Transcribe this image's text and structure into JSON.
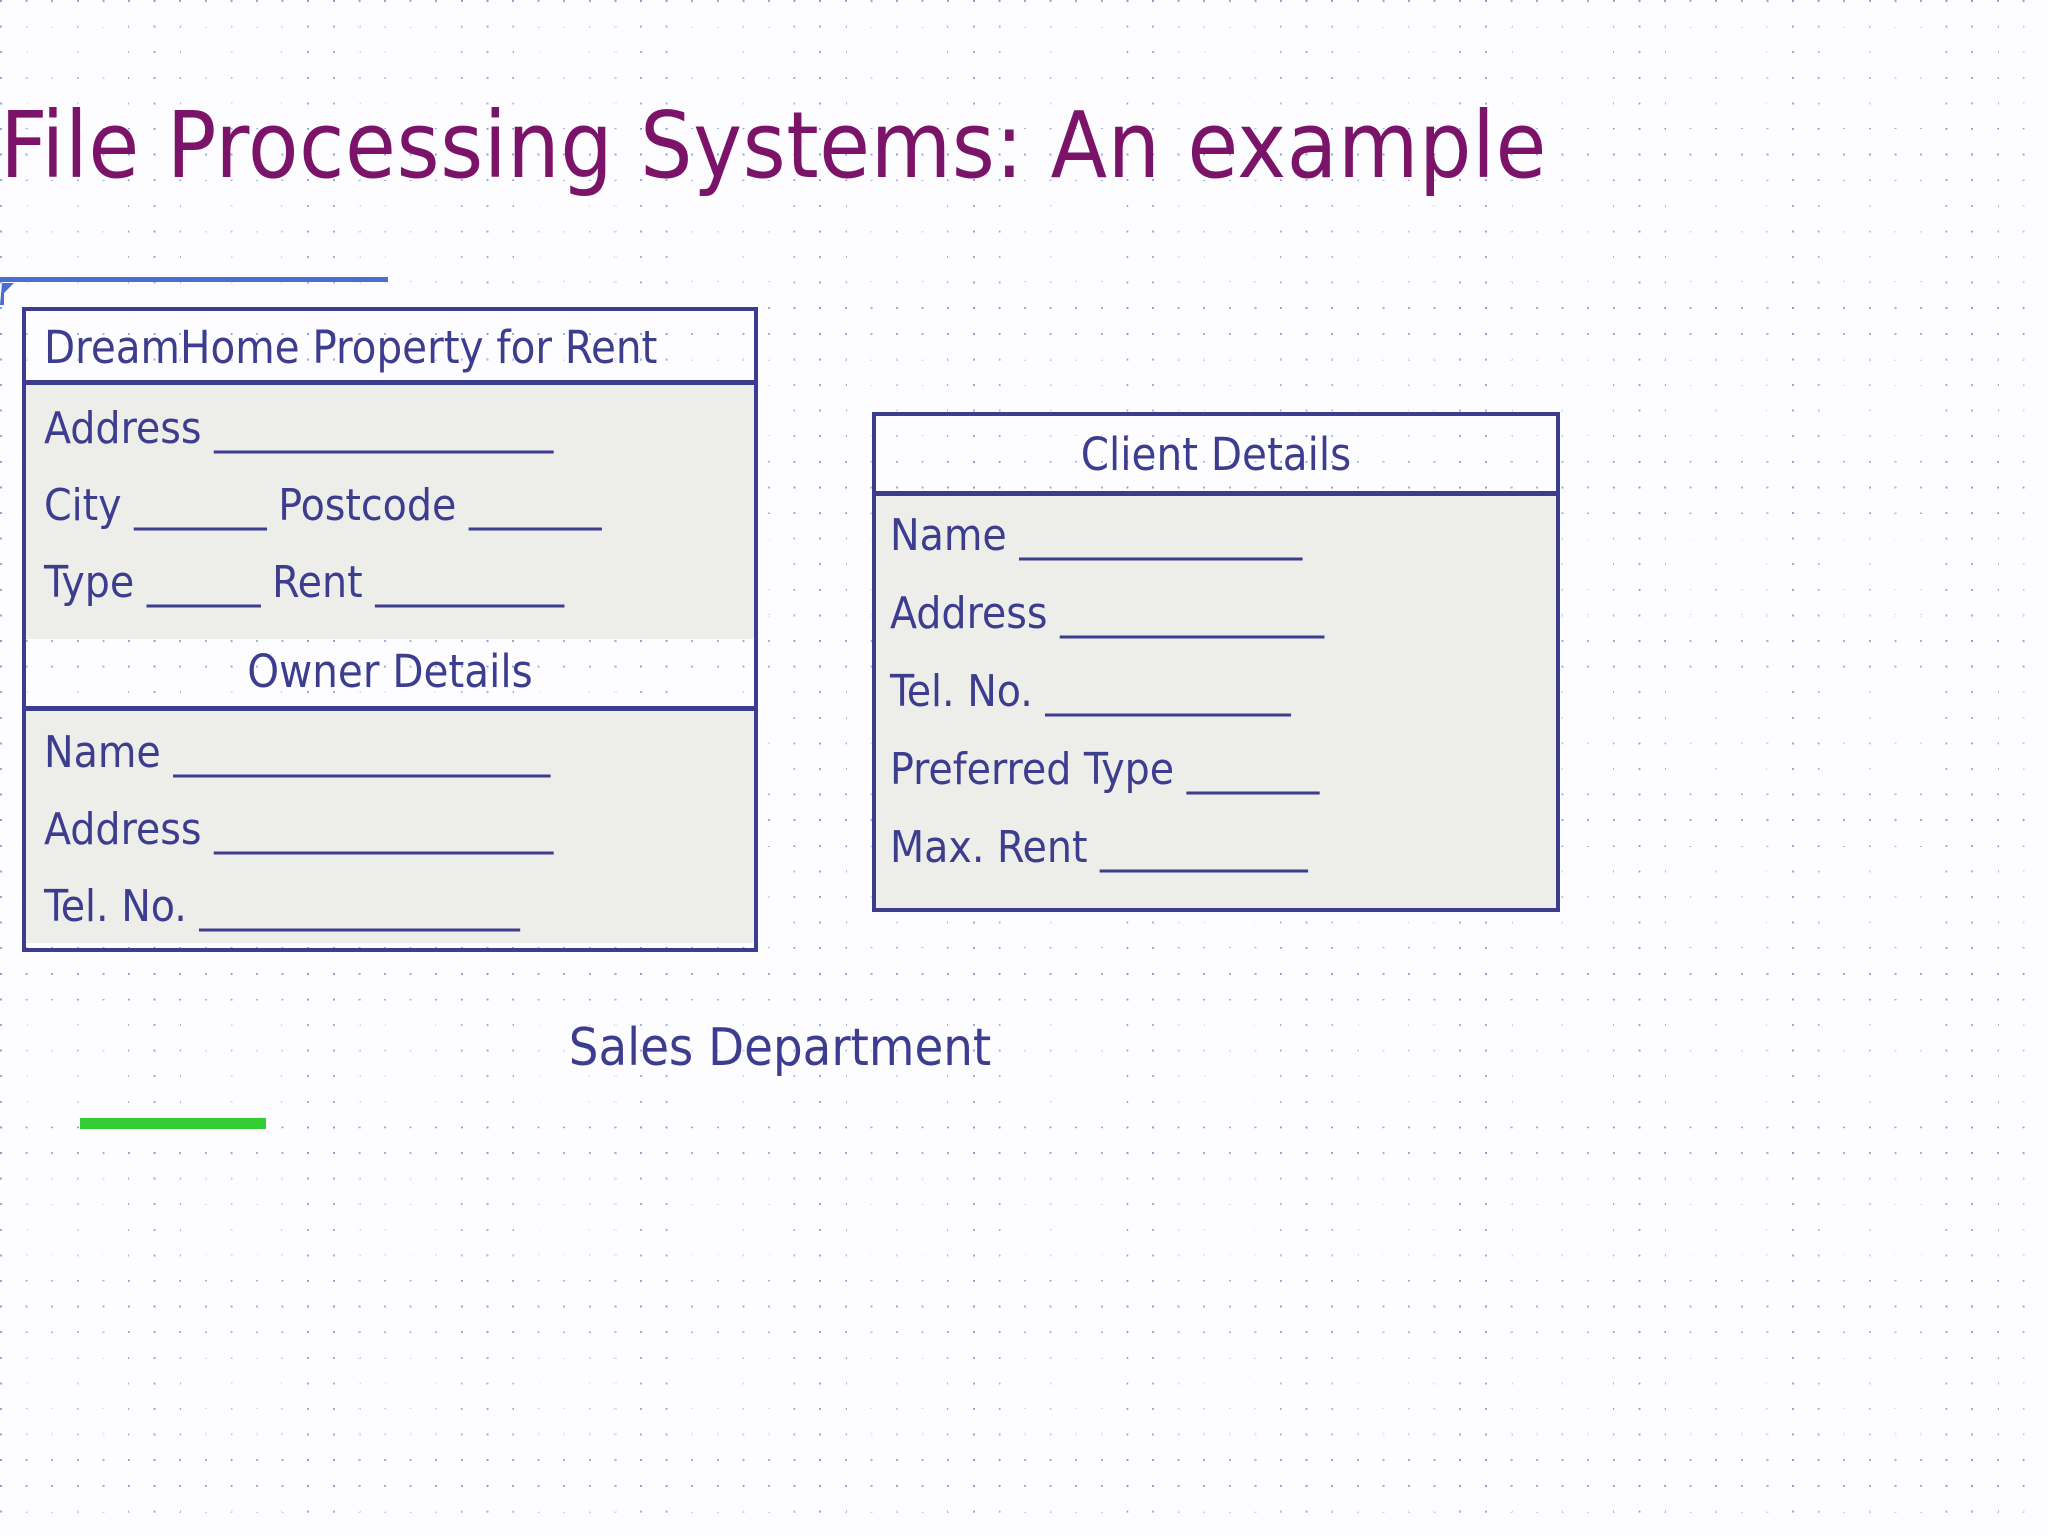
{
  "slide": {
    "title": "File Processing Systems: An example",
    "title_color": "#7B1469",
    "rule_color": "#4A6FD4",
    "form_color": "#3D3D8F",
    "form_body_bg": "#EDEDEA",
    "accent_green": "#33CC33",
    "background": "dotted-blue-graph-paper"
  },
  "property_form": {
    "header": "DreamHome Property for Rent",
    "fields": [
      {
        "label": "Address",
        "blank": "__________________"
      },
      {
        "label": "City",
        "blank": "_______",
        "label2": "Postcode",
        "blank2": "_______"
      },
      {
        "label": "Type",
        "blank": "______",
        "label2": "Rent",
        "blank2": "__________"
      }
    ],
    "subsection": {
      "header": "Owner Details",
      "fields": [
        {
          "label": "Name",
          "blank": "____________________"
        },
        {
          "label": "Address",
          "blank": "__________________"
        },
        {
          "label": "Tel. No.",
          "blank": "_________________"
        }
      ]
    }
  },
  "client_form": {
    "header": "Client Details",
    "fields": [
      {
        "label": "Name",
        "blank": "_______________"
      },
      {
        "label": "Address",
        "blank": "______________"
      },
      {
        "label": "Tel. No.",
        "blank": "_____________"
      },
      {
        "label": "Preferred Type",
        "blank": "_______"
      },
      {
        "label": "Max. Rent",
        "blank": "___________"
      }
    ]
  },
  "footer": {
    "caption": "Sales Department"
  }
}
